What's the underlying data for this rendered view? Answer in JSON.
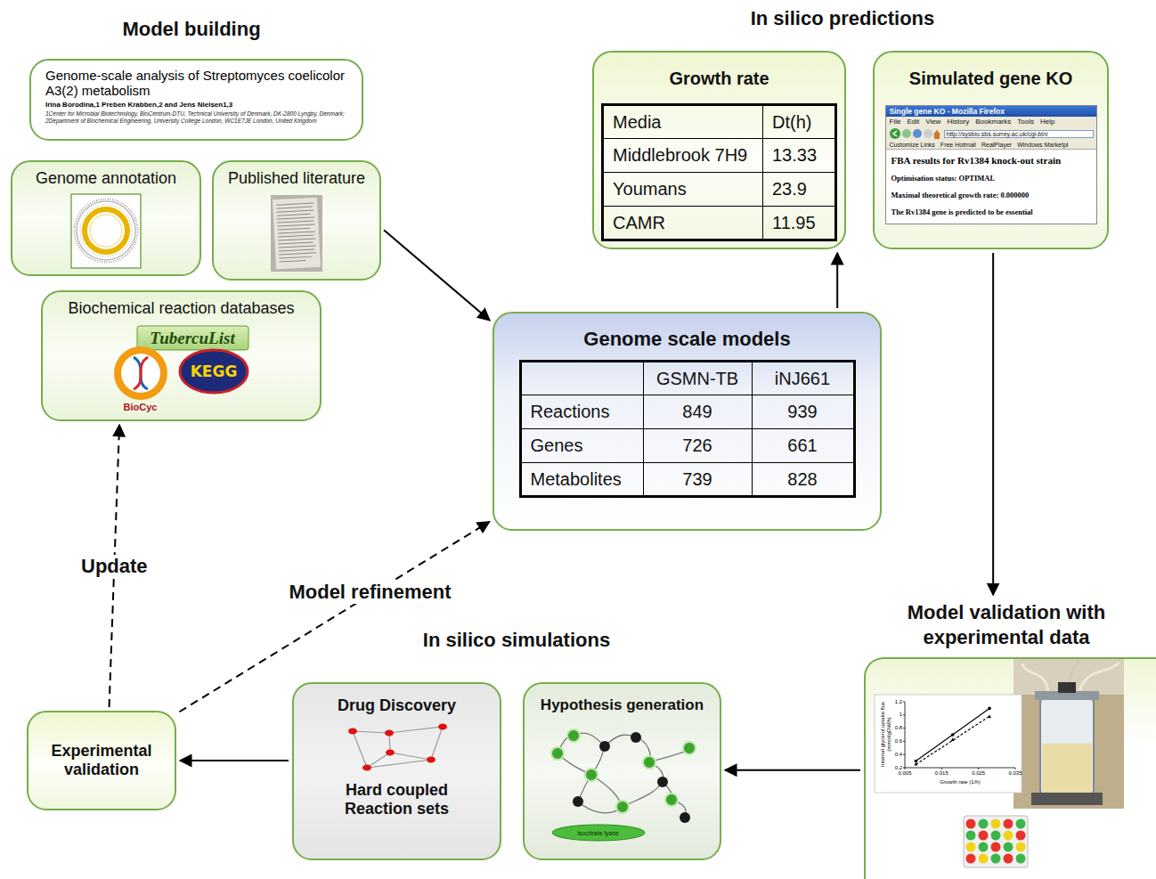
{
  "diagram": {
    "nodes": [
      {
        "text": [
          "Genome-scale analysis of Streptomyces coelicolor A3(2) metabolism",
          "Irina Borodina,1 Preben Krabben,2 and Jens Nielsen1,3",
          "1Center for Microbial Biotechnology, BioCentrum-DTU, Technical University of Denmark, DK-2800 Lyngby, Denmark; 2Department of Biochemical Engineering, University College London, WC1E7JE London, United Kingdom"
        ]
      },
      {
        "text": [
          "Genome annotation"
        ]
      },
      {
        "text": [
          "Published literature"
        ]
      },
      {
        "text": [
          "Biochemical reaction databases",
          "TubercuList",
          "KEGG",
          "BioCyc"
        ]
      },
      {
        "text": [
          "Genome scale models"
        ]
      },
      {
        "text": [
          "Growth rate"
        ]
      },
      {
        "text": [
          "Simulated gene KO"
        ]
      },
      {
        "text": [
          "Model validation with experimental data"
        ]
      },
      {
        "text": [
          "Hypothesis generation"
        ]
      },
      {
        "text": [
          "Drug Discovery",
          "Hard coupled Reaction sets"
        ]
      },
      {
        "text": [
          "Experimental validation"
        ]
      }
    ],
    "edges": [
      {
        "from": 2,
        "to": 4,
        "arrow": "to"
      },
      {
        "from": 4,
        "to": 5,
        "arrow": "to"
      },
      {
        "from": 6,
        "to": 7,
        "arrow": "to"
      },
      {
        "from": 7,
        "to": 8,
        "arrow": "to"
      },
      {
        "from": 9,
        "to": 10,
        "arrow": "to"
      },
      {
        "from": 10,
        "to": 3,
        "label": "Update",
        "arrow": "to"
      },
      {
        "from": 10,
        "to": 4,
        "label": "Model refinement",
        "arrow": "to"
      }
    ],
    "labels": [
      "Model building",
      "In silico predictions",
      "GSMN-TB",
      "iNJ661",
      "Reactions",
      "849",
      "939",
      "Genes",
      "726",
      "661",
      "Metabolites",
      "739",
      "828",
      "Media",
      "Dt(h)",
      "Middlebrook 7H9",
      "13.33",
      "Youmans",
      "23.9",
      "CAMR",
      "11.95",
      "Single gene KO - Mozilla Firefox",
      "File",
      "Edit",
      "View",
      "History",
      "Bookmarks",
      "Tools",
      "Help",
      "http://sysbio.sbs.surrey.ac.uk/cgi-bin/",
      "Customize Links",
      "Free Hotmail",
      "RealPlayer",
      "Windows Marketpl",
      "FBA results for Rv1384 knock-out strain",
      "Optimisation status: OPTIMAL",
      "Maximal theoretical growth rate: 0.000000",
      "The Rv1384 gene is predicted to be essential",
      "In silico simulations",
      "Growth rate (1/h)",
      "Internal glycerol uptake flux (mmol/gDW/h)",
      "0.005",
      "0.015",
      "0.025",
      "0.035",
      "0.2",
      "0.4",
      "0.6",
      "0.8",
      "1",
      "1.2",
      "Isocitrate lyase"
    ]
  }
}
